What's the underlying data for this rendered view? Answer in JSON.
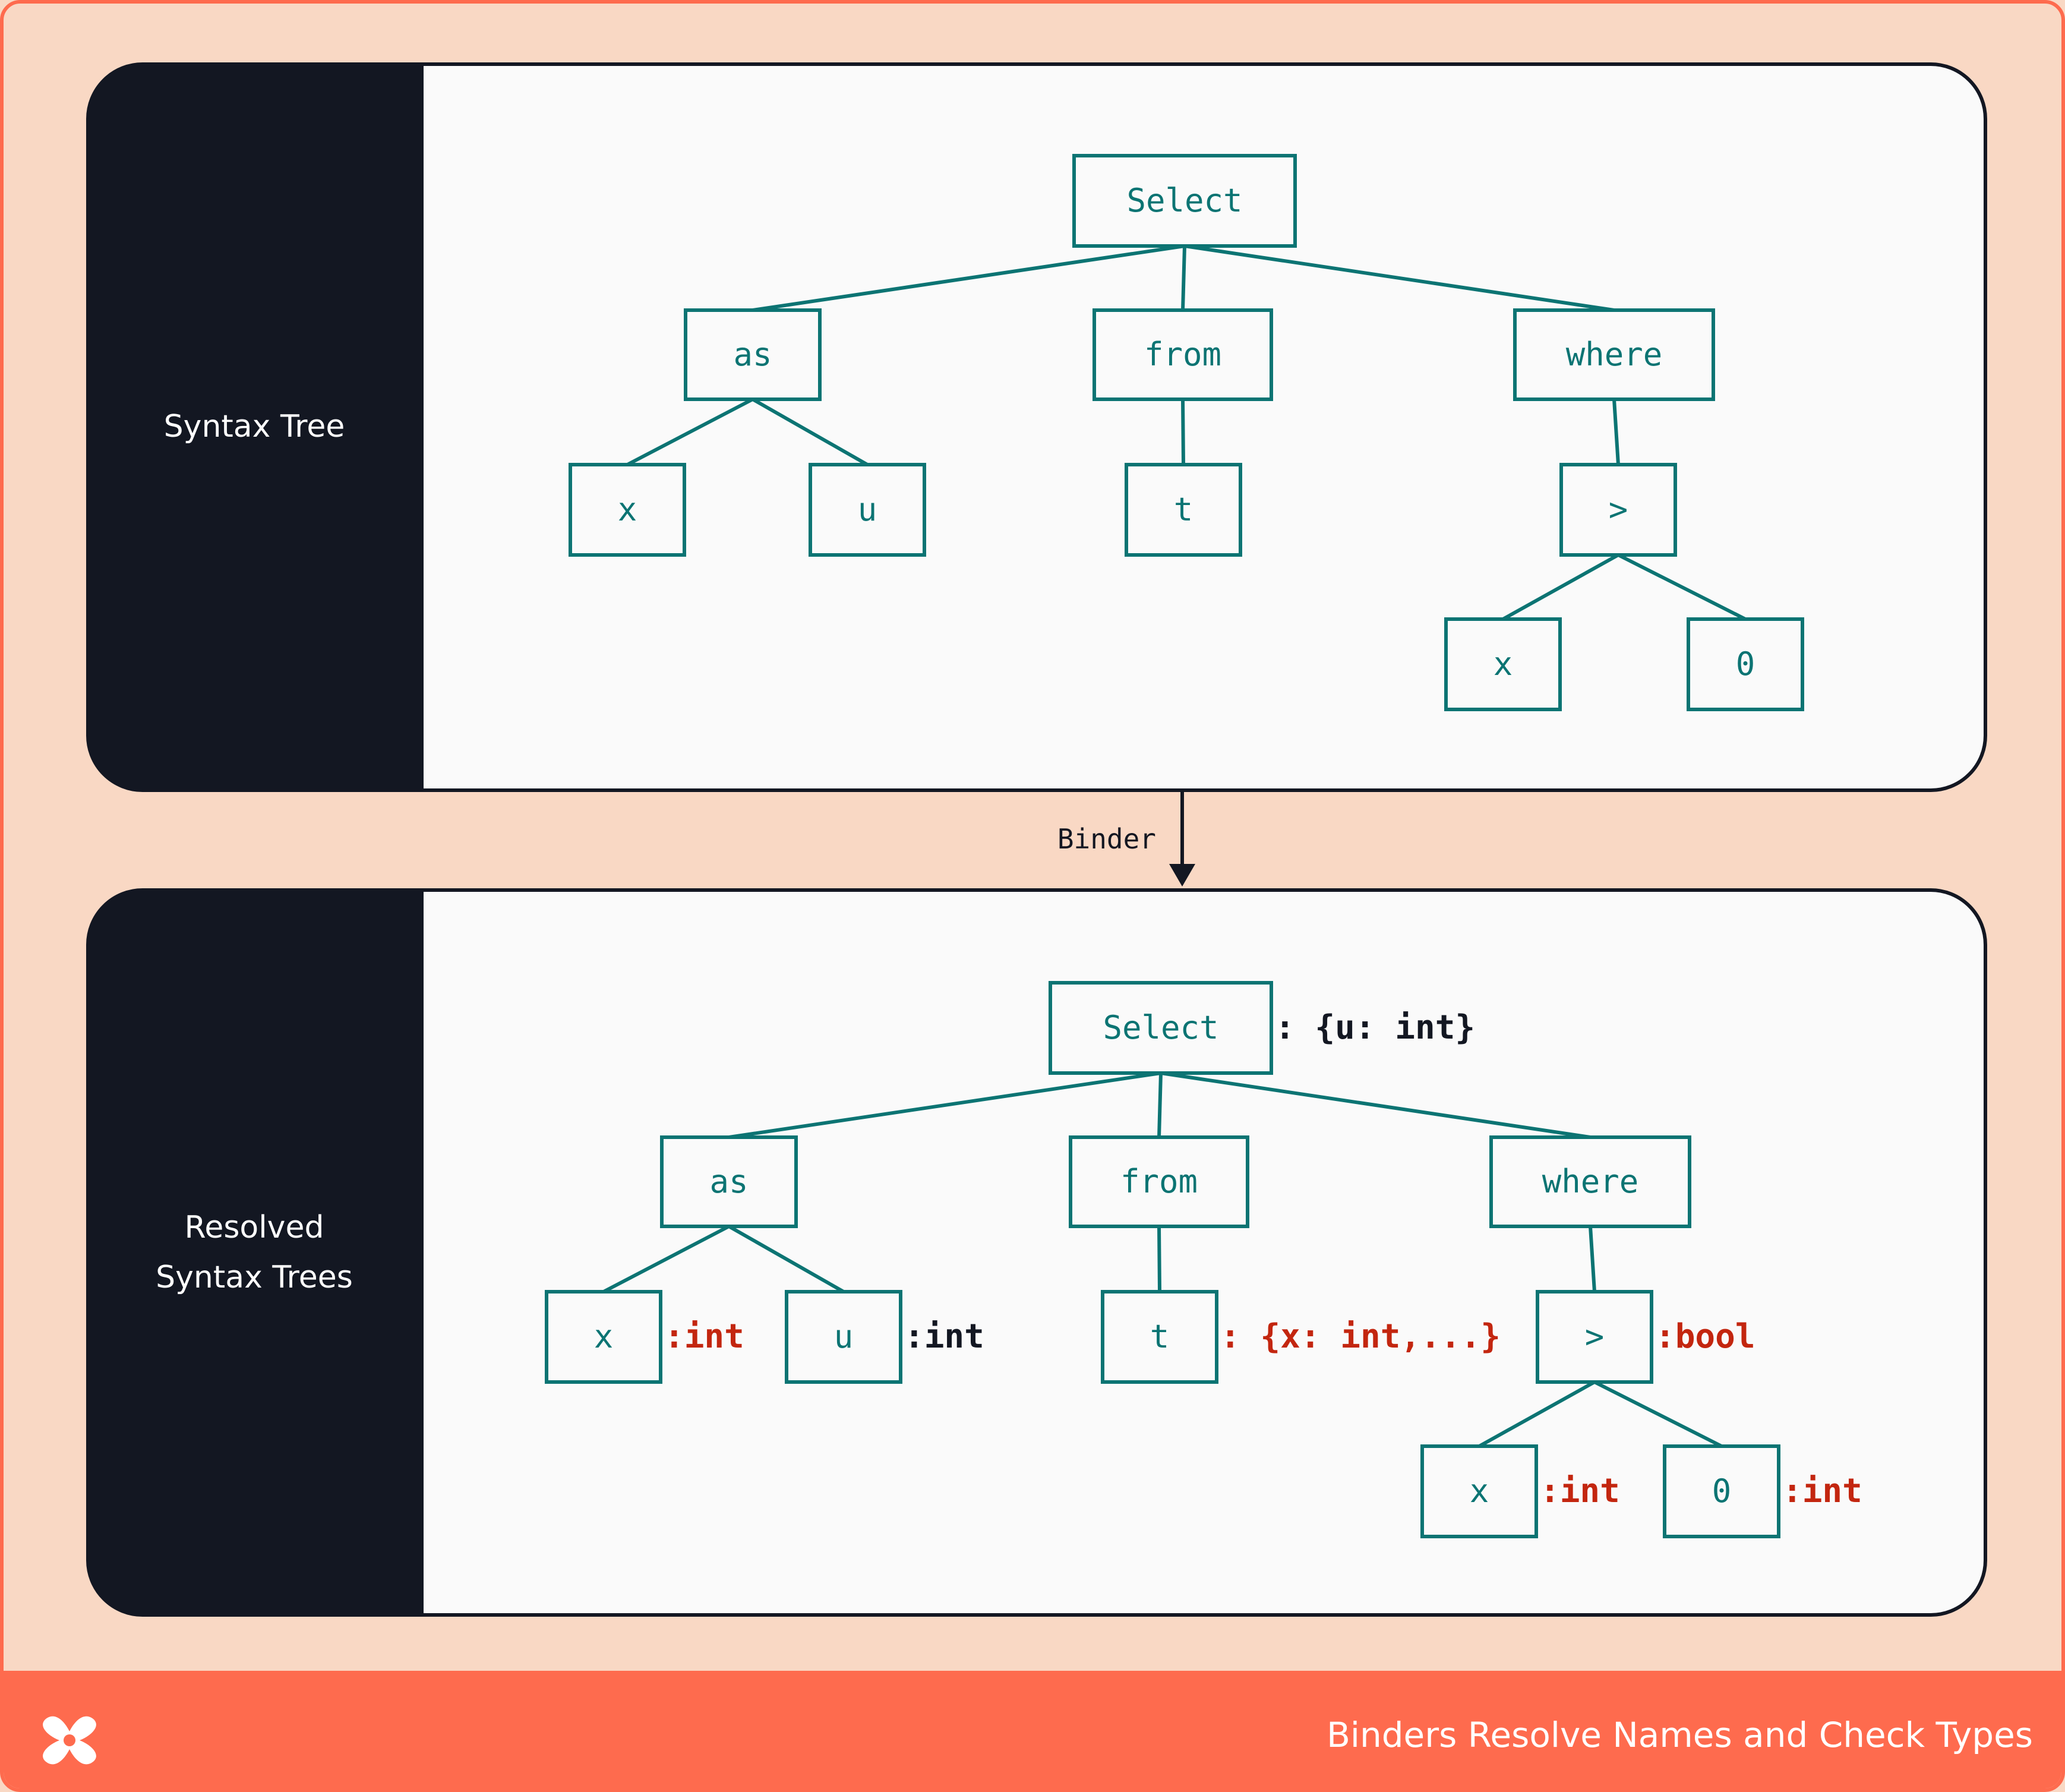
{
  "colors": {
    "page_bg": "#f9d8c4",
    "accent": "#fe6b4e",
    "panel_bg": "#fafafa",
    "label_bg": "#131722",
    "node": "#0c7473",
    "type_red": "#c3260f",
    "type_black": "#131722"
  },
  "panels": {
    "top": {
      "label": "Syntax Tree"
    },
    "bottom": {
      "label": "Resolved\nSyntax Trees"
    }
  },
  "edge_label": "Binder",
  "tree_top": {
    "nodes": [
      {
        "id": "select",
        "label": "Select"
      },
      {
        "id": "as",
        "label": "as"
      },
      {
        "id": "from",
        "label": "from"
      },
      {
        "id": "where",
        "label": "where"
      },
      {
        "id": "x1",
        "label": "x"
      },
      {
        "id": "u",
        "label": "u"
      },
      {
        "id": "t",
        "label": "t"
      },
      {
        "id": "gt",
        "label": ">"
      },
      {
        "id": "x2",
        "label": "x"
      },
      {
        "id": "zero",
        "label": "0"
      }
    ]
  },
  "tree_bottom": {
    "nodes": [
      {
        "id": "select",
        "label": "Select",
        "type": ": {u: int}",
        "type_color": "black"
      },
      {
        "id": "as",
        "label": "as"
      },
      {
        "id": "from",
        "label": "from"
      },
      {
        "id": "where",
        "label": "where"
      },
      {
        "id": "x1",
        "label": "x",
        "type": ":int",
        "type_color": "red"
      },
      {
        "id": "u",
        "label": "u",
        "type": ":int",
        "type_color": "black"
      },
      {
        "id": "t",
        "label": "t",
        "type": ": {x: int,...}",
        "type_color": "red"
      },
      {
        "id": "gt",
        "label": ">",
        "type": ":bool",
        "type_color": "red"
      },
      {
        "id": "x2",
        "label": "x",
        "type": ":int",
        "type_color": "red"
      },
      {
        "id": "zero",
        "label": "0",
        "type": ":int",
        "type_color": "red"
      }
    ]
  },
  "footer": {
    "title": "Binders Resolve Names and Check Types",
    "logo_icon": "x-logo-icon"
  }
}
